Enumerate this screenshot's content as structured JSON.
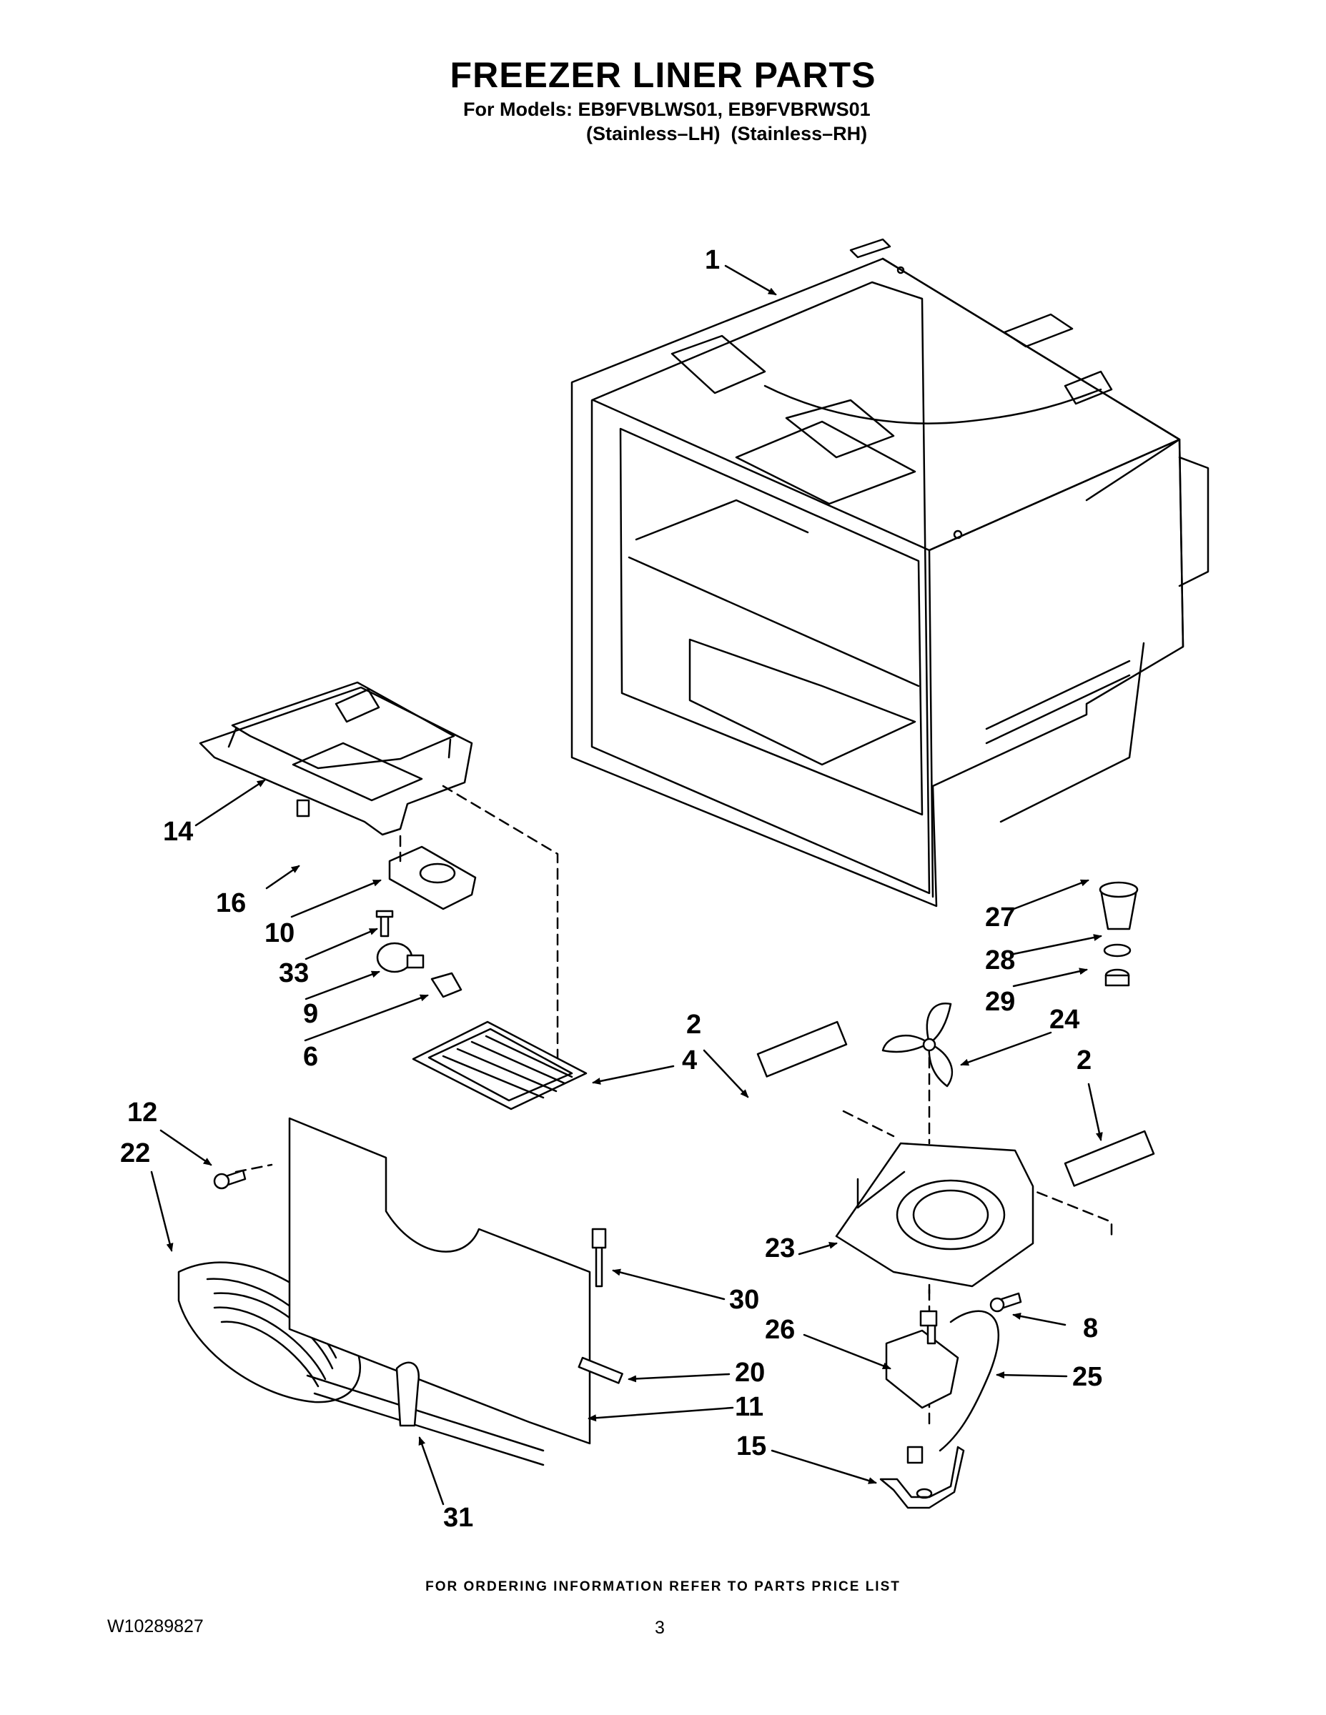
{
  "header": {
    "title": "FREEZER LINER PARTS",
    "models_line": "For Models: EB9FVBLWS01, EB9FVBRWS01",
    "variants_line": "(Stainless–LH)  (Stainless–RH)"
  },
  "callouts": [
    {
      "id": "c1",
      "text": "1"
    },
    {
      "id": "c14",
      "text": "14"
    },
    {
      "id": "c16",
      "text": "16"
    },
    {
      "id": "c10",
      "text": "10"
    },
    {
      "id": "c33",
      "text": "33"
    },
    {
      "id": "c9",
      "text": "9"
    },
    {
      "id": "c6",
      "text": "6"
    },
    {
      "id": "c4",
      "text": "4"
    },
    {
      "id": "c2a",
      "text": "2"
    },
    {
      "id": "c24",
      "text": "24"
    },
    {
      "id": "c2b",
      "text": "2"
    },
    {
      "id": "c27",
      "text": "27"
    },
    {
      "id": "c28",
      "text": "28"
    },
    {
      "id": "c29",
      "text": "29"
    },
    {
      "id": "c12",
      "text": "12"
    },
    {
      "id": "c22",
      "text": "22"
    },
    {
      "id": "c23",
      "text": "23"
    },
    {
      "id": "c30",
      "text": "30"
    },
    {
      "id": "c8",
      "text": "8"
    },
    {
      "id": "c26",
      "text": "26"
    },
    {
      "id": "c25",
      "text": "25"
    },
    {
      "id": "c20",
      "text": "20"
    },
    {
      "id": "c11",
      "text": "11"
    },
    {
      "id": "c15",
      "text": "15"
    },
    {
      "id": "c31",
      "text": "31"
    }
  ],
  "footer": {
    "ordering_note": "FOR ORDERING INFORMATION REFER TO PARTS PRICE LIST",
    "document_number": "W10289827",
    "page_number": "3"
  }
}
